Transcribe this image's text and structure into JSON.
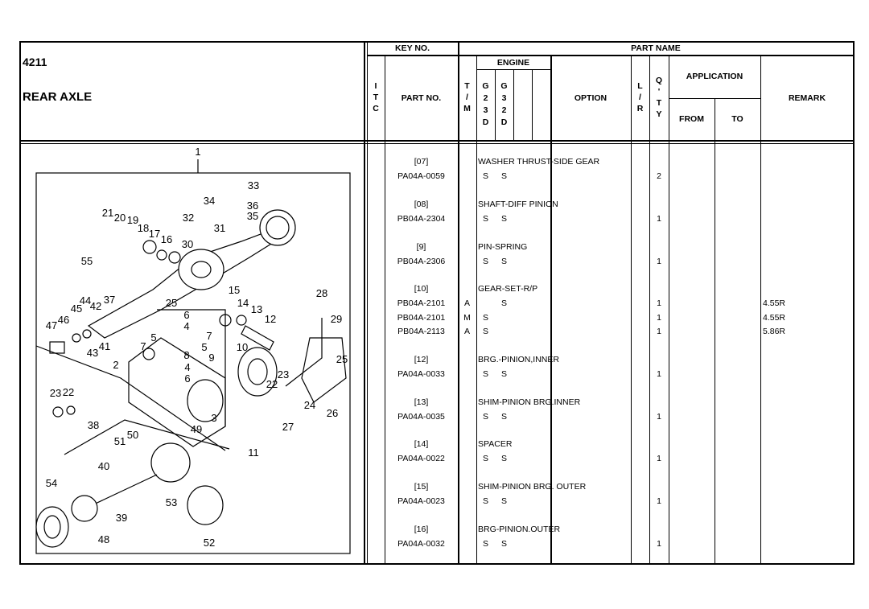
{
  "section": {
    "code": "4211",
    "title": "REAR AXLE"
  },
  "header": {
    "key_no": "KEY NO.",
    "part_name": "PART NAME",
    "itc": [
      "I",
      "T",
      "C"
    ],
    "part_no": "PART NO.",
    "tm": [
      "T",
      "/",
      "M"
    ],
    "engine": "ENGINE",
    "g23d": [
      "G",
      "2",
      "3",
      "D"
    ],
    "g32d": [
      "G",
      "3",
      "2",
      "D"
    ],
    "option": "OPTION",
    "lr": [
      "L",
      "/",
      "R"
    ],
    "qty": [
      "Q",
      "'",
      "T",
      "Y"
    ],
    "application": "APPLICATION",
    "from": "FROM",
    "to": "TO",
    "remark": "REMARK"
  },
  "items": [
    {
      "key": "[07]",
      "name": "WASHER THRUST-SIDE GEAR",
      "parts": [
        {
          "part_no": "PA04A-0059",
          "tm": "",
          "g23d": "S",
          "g32d": "S",
          "qty": "2",
          "remark": ""
        }
      ]
    },
    {
      "key": "[08]",
      "name": "SHAFT-DIFF PINION",
      "parts": [
        {
          "part_no": "PB04A-2304",
          "tm": "",
          "g23d": "S",
          "g32d": "S",
          "qty": "1",
          "remark": ""
        }
      ]
    },
    {
      "key": "[9]",
      "name": "PIN-SPRING",
      "parts": [
        {
          "part_no": "PB04A-2306",
          "tm": "",
          "g23d": "S",
          "g32d": "S",
          "qty": "1",
          "remark": ""
        }
      ]
    },
    {
      "key": "[10]",
      "name": "GEAR-SET-R/P",
      "parts": [
        {
          "part_no": "PB04A-2101",
          "tm": "A",
          "g23d": "",
          "g32d": "S",
          "qty": "1",
          "remark": "4.55R"
        },
        {
          "part_no": "PB04A-2101",
          "tm": "M",
          "g23d": "S",
          "g32d": "",
          "qty": "1",
          "remark": "4.55R"
        },
        {
          "part_no": "PB04A-2113",
          "tm": "A",
          "g23d": "S",
          "g32d": "",
          "qty": "1",
          "remark": "5.86R"
        }
      ]
    },
    {
      "key": "[12]",
      "name": "BRG.-PINION,INNER",
      "parts": [
        {
          "part_no": "PA04A-0033",
          "tm": "",
          "g23d": "S",
          "g32d": "S",
          "qty": "1",
          "remark": ""
        }
      ]
    },
    {
      "key": "[13]",
      "name": "SHIM-PINION BRG.INNER",
      "parts": [
        {
          "part_no": "PA04A-0035",
          "tm": "",
          "g23d": "S",
          "g32d": "S",
          "qty": "1",
          "remark": ""
        }
      ]
    },
    {
      "key": "[14]",
      "name": "SPACER",
      "parts": [
        {
          "part_no": "PA04A-0022",
          "tm": "",
          "g23d": "S",
          "g32d": "S",
          "qty": "1",
          "remark": ""
        }
      ]
    },
    {
      "key": "[15]",
      "name": "SHIM-PINION BRG. OUTER",
      "parts": [
        {
          "part_no": "PA04A-0023",
          "tm": "",
          "g23d": "S",
          "g32d": "S",
          "qty": "1",
          "remark": ""
        }
      ]
    },
    {
      "key": "[16]",
      "name": "BRG-PINION.OUTER",
      "parts": [
        {
          "part_no": "PA04A-0032",
          "tm": "",
          "g23d": "S",
          "g32d": "S",
          "qty": "1",
          "remark": ""
        }
      ]
    }
  ],
  "diagram": {
    "callouts": [
      "1",
      "33",
      "34",
      "36",
      "35",
      "21",
      "20",
      "19",
      "18",
      "17",
      "16",
      "32",
      "31",
      "30",
      "55",
      "15",
      "28",
      "25",
      "14",
      "13",
      "12",
      "29",
      "44",
      "37",
      "45",
      "42",
      "46",
      "47",
      "6",
      "4",
      "7",
      "5",
      "5",
      "7",
      "41",
      "43",
      "8",
      "9",
      "10",
      "4",
      "6",
      "2",
      "25",
      "23",
      "22",
      "23",
      "22",
      "24",
      "26",
      "3",
      "27",
      "38",
      "49",
      "50",
      "51",
      "11",
      "40",
      "54",
      "53",
      "39",
      "48",
      "52"
    ]
  }
}
